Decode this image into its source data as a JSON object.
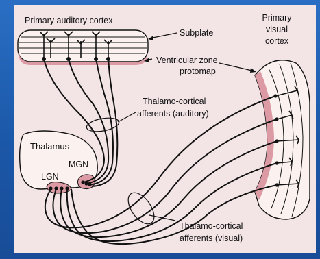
{
  "diagram": {
    "labels": {
      "primary_auditory_cortex": "Primary auditory cortex",
      "subplate": "Subplate",
      "ventricular_zone_line1": "Ventricular zone",
      "ventricular_zone_line2": "protomap",
      "primary_visual_line1": "Primary",
      "primary_visual_line2": "visual",
      "primary_visual_line3": "cortex",
      "tc_auditory_line1": "Thalamo-cortical",
      "tc_auditory_line2": "afferents (auditory)",
      "thalamus": "Thalamus",
      "mgn": "MGN",
      "lgn": "LGN",
      "tc_visual_line1": "Thalamo-cortical",
      "tc_visual_line2": "afferents (visual)"
    },
    "colors": {
      "background_frame": "#1f5fb0",
      "panel": "#f3e4e6",
      "cortex_fill": "#fbf2ef",
      "ventricular_zone": "#dc9aa4",
      "stroke": "#111111"
    }
  }
}
